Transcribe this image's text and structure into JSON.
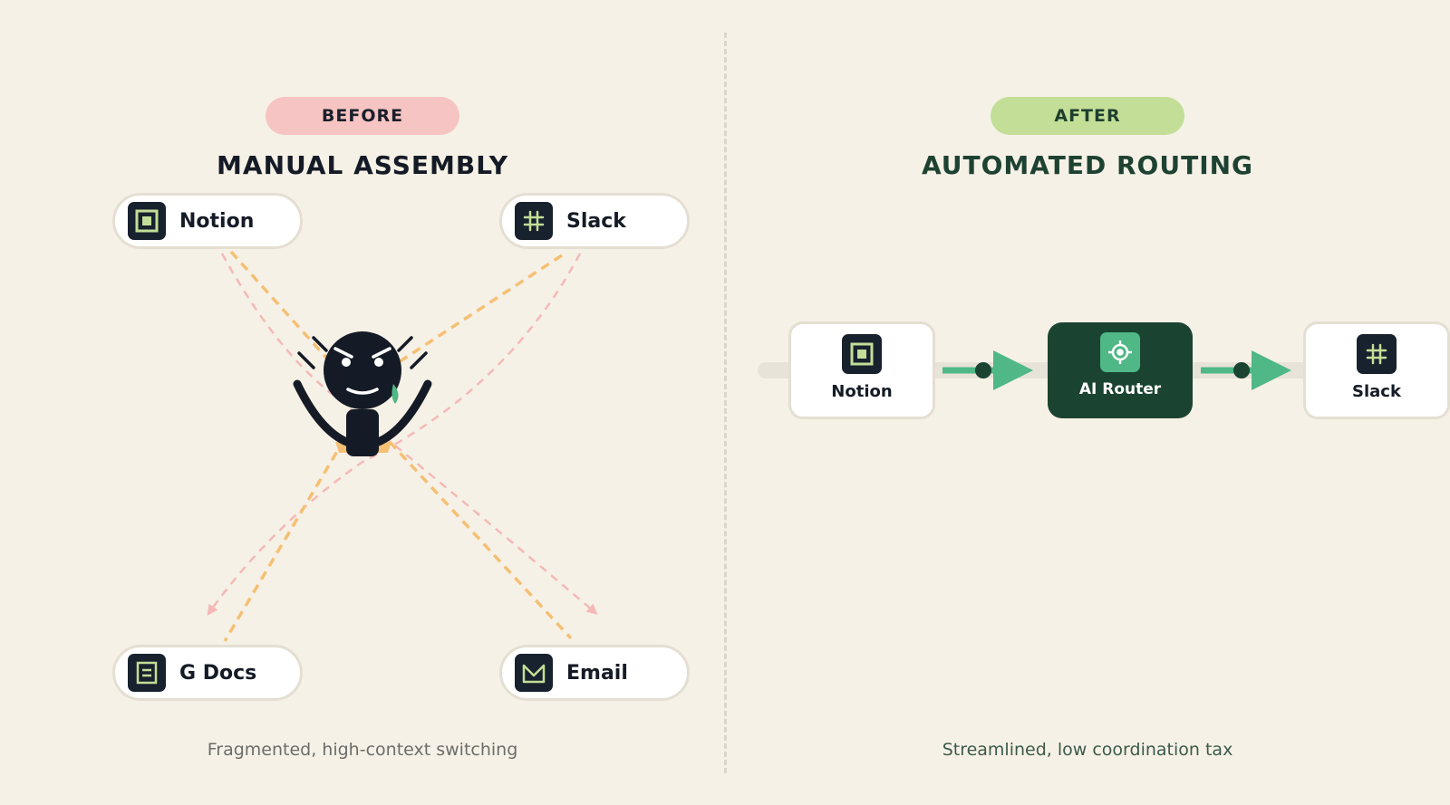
{
  "before": {
    "badge": "BEFORE",
    "title": "MANUAL ASSEMBLY",
    "caption": "Fragmented, high-context switching",
    "apps": {
      "notion": "Notion",
      "slack": "Slack",
      "gdocs": "G Docs",
      "email": "Email"
    }
  },
  "after": {
    "badge": "AFTER",
    "title": "AUTOMATED ROUTING",
    "caption": "Streamlined, low coordination tax",
    "source": "Notion",
    "router": "AI Router",
    "destination": "Slack"
  },
  "colors": {
    "background": "#f6f1e6",
    "before_badge": "#f6c4c2",
    "after_badge": "#c3de97",
    "orange_dashes": "#f5c074",
    "pink_dashes": "#f4b9b7",
    "router_bg": "#1b4331",
    "flow_green": "#4fb886",
    "icon_bg": "#18212e",
    "icon_accent": "#c3de97"
  },
  "icons": [
    "notion-icon",
    "slack-hash-icon",
    "gdocs-icon",
    "email-icon",
    "crosshair-icon",
    "stressed-person-icon"
  ]
}
